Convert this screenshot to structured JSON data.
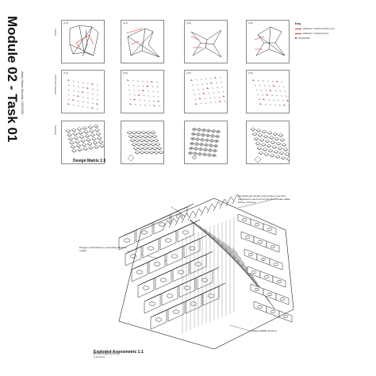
{
  "sheet": {
    "title": "Module 02 - Task 01",
    "subtitle": "Abby Nolan-Mcnally | 0000000"
  },
  "rows": [
    {
      "label": "Lofting"
    },
    {
      "label": "Point Grid Attractor"
    },
    {
      "label": "Paneling"
    }
  ],
  "panel_tags": [
    "{1;0}",
    "{2;0}",
    "{3;0}",
    "{4;0}"
  ],
  "key": {
    "title": "Key",
    "items": [
      {
        "label": "Attractor / Control Points (1,1)",
        "color": "#d0342c"
      },
      {
        "label": "Attractor / Control Curve",
        "color": "#d0342c"
      },
      {
        "label": "Grid Points",
        "color": "#444444"
      }
    ]
  },
  "labels": {
    "design_matrix": "Design Matrix 1:5",
    "exploded": "Exploded Axonometric 1:1",
    "scale": "0     20     60mm"
  },
  "annotations": [
    {
      "text": "2D panels are similar to the bottom ones then connected to each part of grid 3D to create waffle bottom of the top"
    },
    {
      "text": "Polygon construction by connecting direction of light"
    },
    {
      "text": "Hollow Waffle structure"
    }
  ],
  "colors": {
    "accent": "#d0342c",
    "line": "#222222",
    "frame": "#888888"
  }
}
